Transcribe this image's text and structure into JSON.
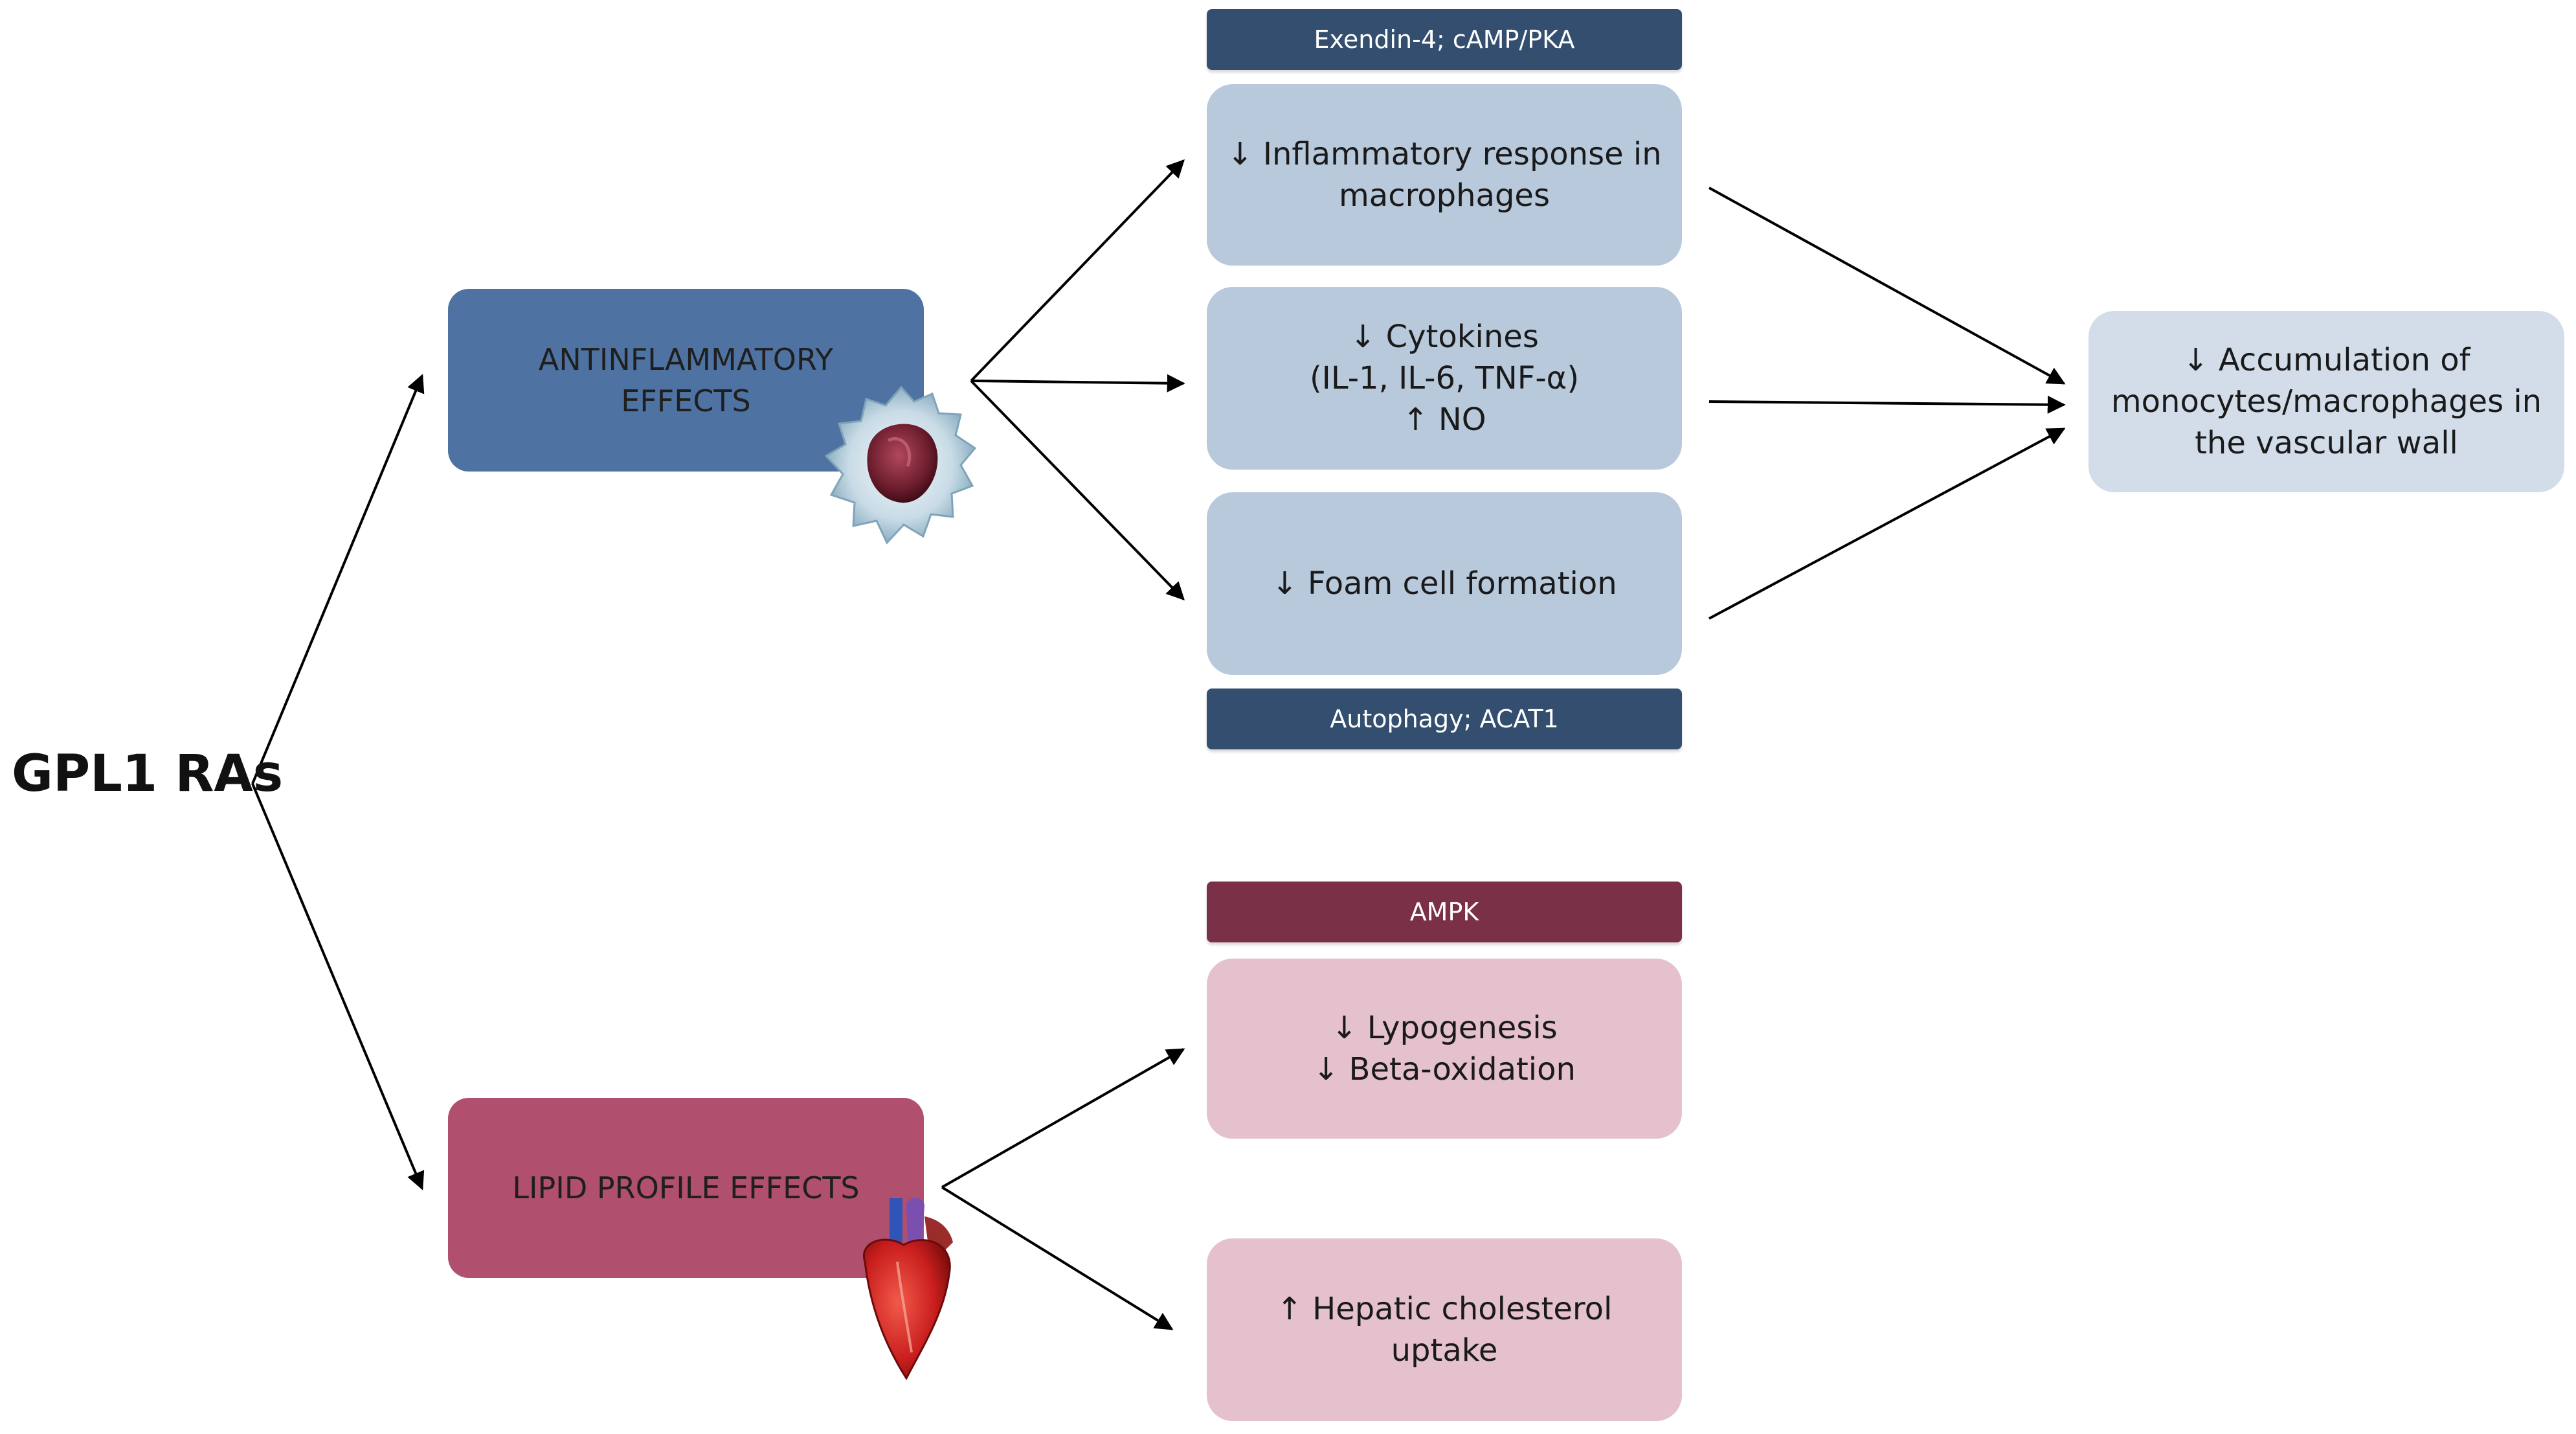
{
  "title": "GPL1 RAs",
  "categories": {
    "antiinflammatory": [
      "ANTINFLAMMATORY",
      "EFFECTS"
    ],
    "lipid": "LIPID PROFILE EFFECTS"
  },
  "tags": {
    "exendin": "Exendin-4; cAMP/PKA",
    "autophagy": "Autophagy; ACAT1",
    "ampk": "AMPK"
  },
  "effects": {
    "inflammatory_response": [
      "↓ Inflammatory response in",
      "macrophages"
    ],
    "cytokines": [
      "↓ Cytokines",
      "(IL-1, IL-6, TNF-α)",
      "↑ NO"
    ],
    "foam_cell": "↓ Foam cell formation",
    "accumulation": [
      "↓ Accumulation of",
      "monocytes/macrophages in",
      "the vascular wall"
    ],
    "lipogenesis": [
      "↓ Lypogenesis",
      "↓ Beta-oxidation"
    ],
    "hepatic": [
      "↑ Hepatic cholesterol",
      "uptake"
    ]
  },
  "icons": [
    "macrophage-cell-icon",
    "heart-icon"
  ],
  "colors": {
    "antiinflammatory_box": "#4e73a2",
    "lipid_box": "#b04f6e",
    "blue_tag": "#334e6e",
    "wine_tag": "#7a3047",
    "effect_blue": "#b8c9dc",
    "accumulation_box": "#d3dde9",
    "effect_pink": "#e4c1cc"
  }
}
